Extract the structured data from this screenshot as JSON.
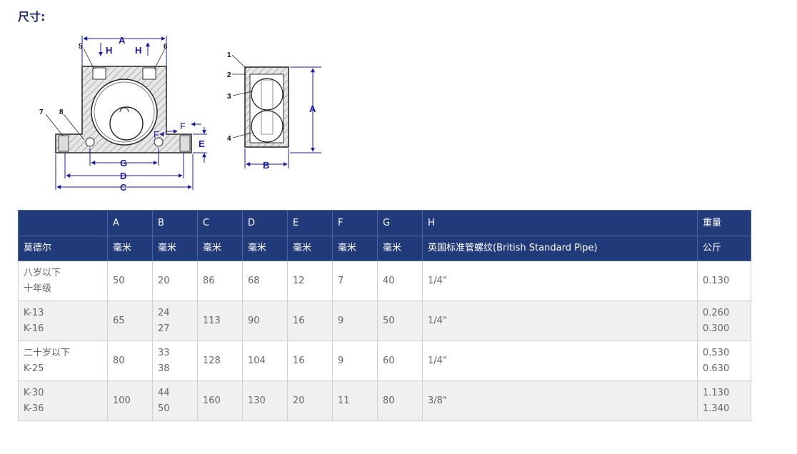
{
  "title": "尺寸:",
  "drawing": {
    "front_labels": [
      "A",
      "H",
      "H",
      "5",
      "6",
      "7",
      "8",
      "F",
      "F",
      "E",
      "G",
      "D",
      "C"
    ],
    "side_labels": [
      "1",
      "2",
      "3",
      "4",
      "A",
      "B"
    ]
  },
  "table": {
    "header_row1": [
      "",
      "A",
      "B",
      "C",
      "D",
      "E",
      "F",
      "G",
      "H",
      "重量"
    ],
    "header_row2": [
      "莫德尔",
      "毫米",
      "毫米",
      "毫米",
      "毫米",
      "毫米",
      "毫米",
      "毫米",
      "英国标准管螺纹(British Standard Pipe)",
      "公斤"
    ],
    "rows": [
      {
        "model": [
          "八岁以下",
          "十年级"
        ],
        "A": "50",
        "B": [
          "20"
        ],
        "C": "86",
        "D": "68",
        "E": "12",
        "F": "7",
        "G": "40",
        "H": "1/4\"",
        "weight": [
          "0.130"
        ]
      },
      {
        "model": [
          "K-13",
          "K-16"
        ],
        "A": "65",
        "B": [
          "24",
          "27"
        ],
        "C": "113",
        "D": "90",
        "E": "16",
        "F": "9",
        "G": "50",
        "H": "1/4\"",
        "weight": [
          "0.260",
          "0.300"
        ]
      },
      {
        "model": [
          "二十岁以下",
          "K-25"
        ],
        "A": "80",
        "B": [
          "33",
          "38"
        ],
        "C": "128",
        "D": "104",
        "E": "16",
        "F": "9",
        "G": "60",
        "H": "1/4\"",
        "weight": [
          "0.530",
          "0.630"
        ]
      },
      {
        "model": [
          "K-30",
          "K-36"
        ],
        "A": "100",
        "B": [
          "44",
          "50"
        ],
        "C": "160",
        "D": "130",
        "E": "20",
        "F": "11",
        "G": "80",
        "H": "3/8\"",
        "weight": [
          "1.130",
          "1.340"
        ]
      }
    ]
  },
  "colors": {
    "header_bg": "#213a79",
    "title": "#1f2d6e",
    "dim_blue": "#1a1aa6",
    "alt_row": "#f0f0f0"
  }
}
